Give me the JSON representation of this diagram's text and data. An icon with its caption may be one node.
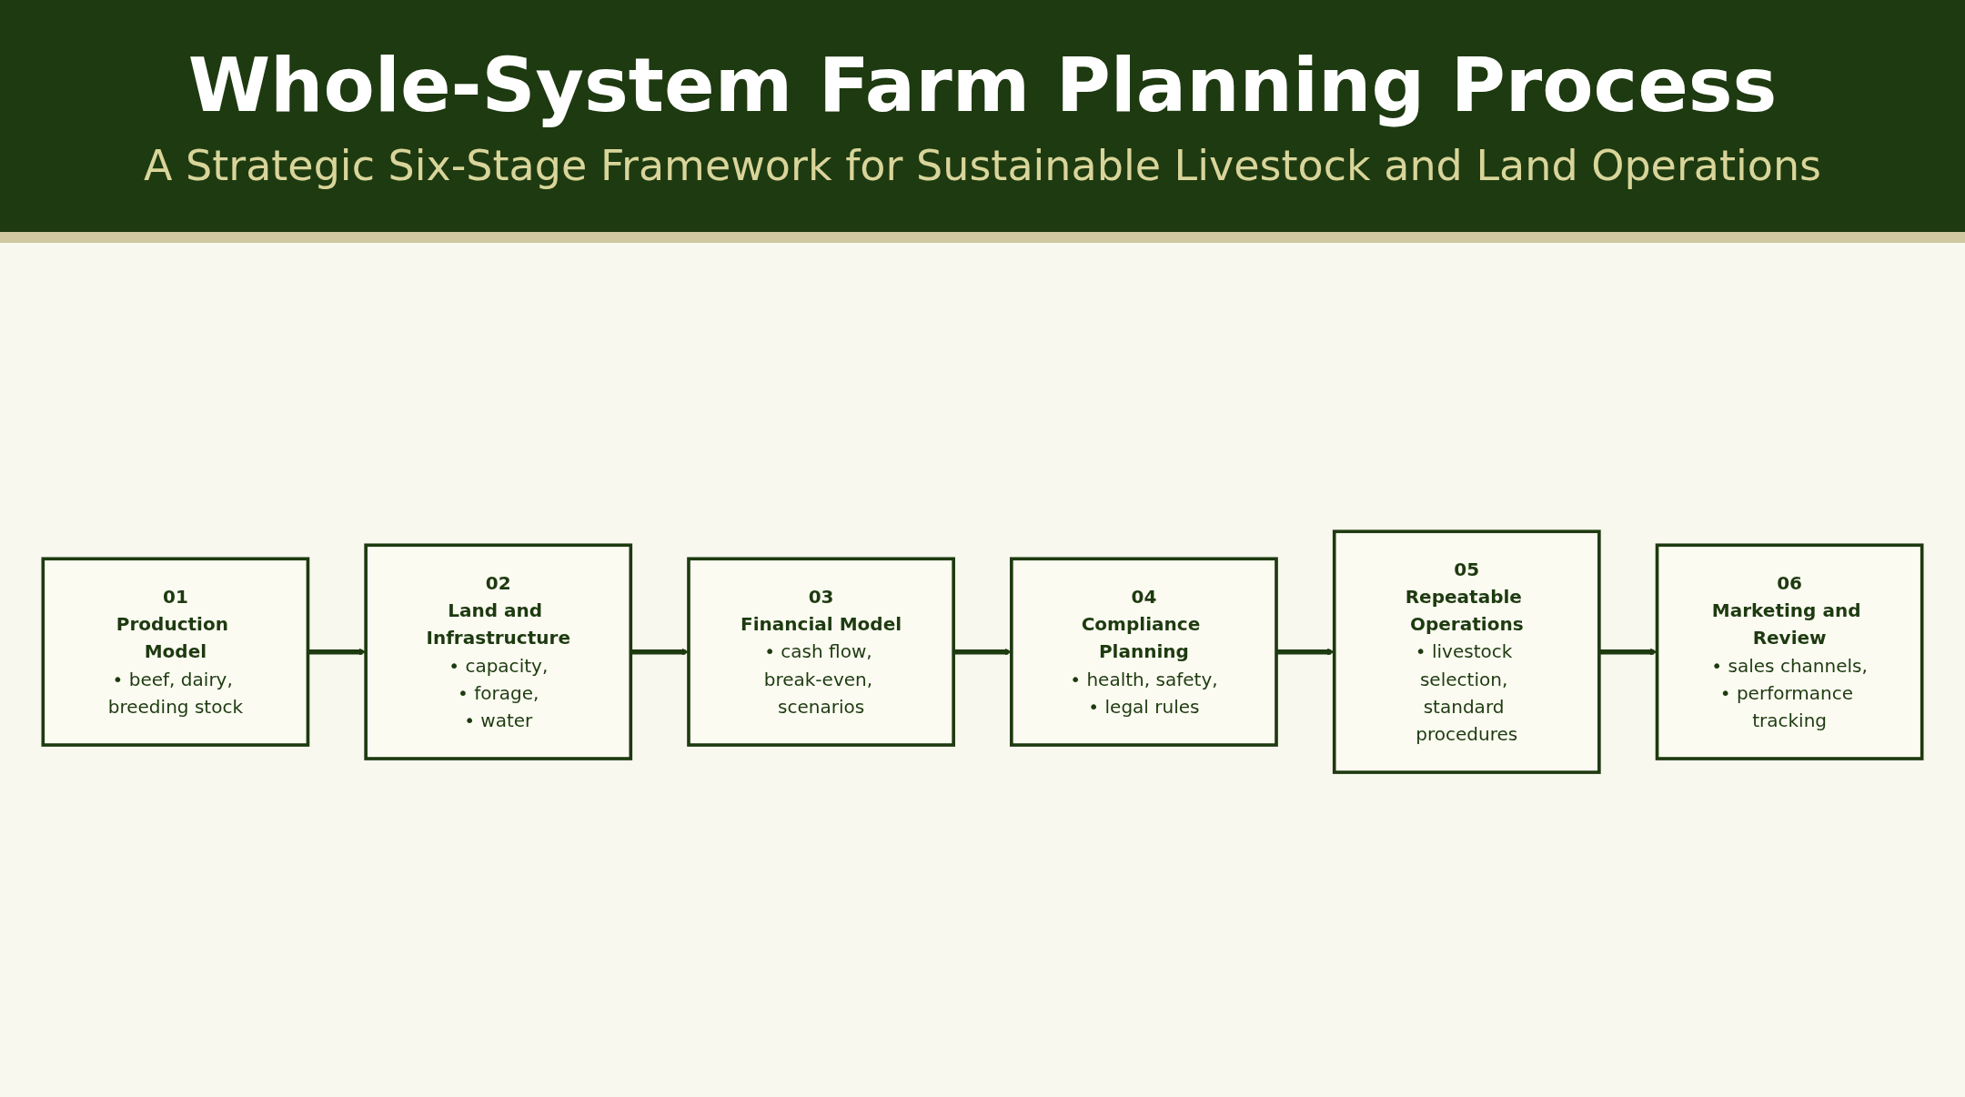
{
  "diagram": {
    "title": "Whole-System Farm Planning Process",
    "nodes": [
      {
        "text": [
          "01",
          "Production Model",
          "• beef, dairy, breeding stock"
        ]
      },
      {
        "text": [
          "02",
          "Land and Infrastructure",
          "• capacity,",
          "• forage,",
          "• water"
        ]
      },
      {
        "text": [
          "03",
          "Financial Model",
          "• cash flow, break-even, scenarios"
        ]
      },
      {
        "text": [
          "04",
          "Compliance Planning",
          "• health, safety,",
          "• legal rules"
        ]
      },
      {
        "text": [
          "05",
          "Repeatable Operations",
          "• livestock selection, standard procedures"
        ]
      },
      {
        "text": [
          "06",
          "Marketing and Review",
          "• sales channels,",
          "• performance tracking"
        ]
      }
    ],
    "edges": [
      {
        "from": 0,
        "to": 1,
        "arrow": "to"
      },
      {
        "from": 1,
        "to": 2,
        "arrow": "to"
      },
      {
        "from": 2,
        "to": 3,
        "arrow": "to"
      },
      {
        "from": 3,
        "to": 4,
        "arrow": "to"
      },
      {
        "from": 4,
        "to": 5,
        "arrow": "to"
      }
    ],
    "labels": [
      "A Strategic Six-Stage Framework for Sustainable Livestock and Land Operations"
    ]
  }
}
